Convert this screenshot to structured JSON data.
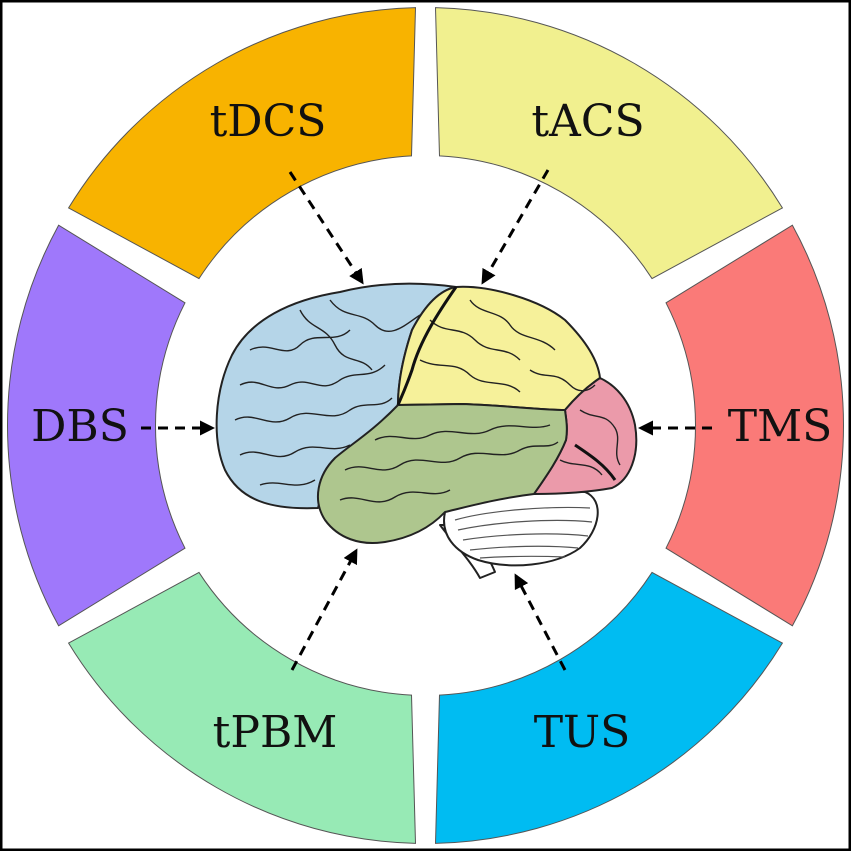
{
  "segments": [
    {
      "id": "tdcs",
      "label": "tDCS",
      "color": "#F8B300"
    },
    {
      "id": "tacs",
      "label": "tACS",
      "color": "#F1F08F"
    },
    {
      "id": "tms",
      "label": "TMS",
      "color": "#FA7A78"
    },
    {
      "id": "tus",
      "label": "TUS",
      "color": "#00BCF2"
    },
    {
      "id": "tpbm",
      "label": "tPBM",
      "color": "#97EAB5"
    },
    {
      "id": "dbs",
      "label": "DBS",
      "color": "#9F78FB"
    }
  ],
  "brain_regions": [
    {
      "name": "frontal-lobe",
      "color": "#B5D5E8"
    },
    {
      "name": "parietal-lobe",
      "color": "#F6F19A"
    },
    {
      "name": "occipital-lobe",
      "color": "#EB9AAA"
    },
    {
      "name": "temporal-lobe",
      "color": "#AEC68E"
    },
    {
      "name": "cerebellum",
      "color": "#FFFFFF"
    }
  ]
}
